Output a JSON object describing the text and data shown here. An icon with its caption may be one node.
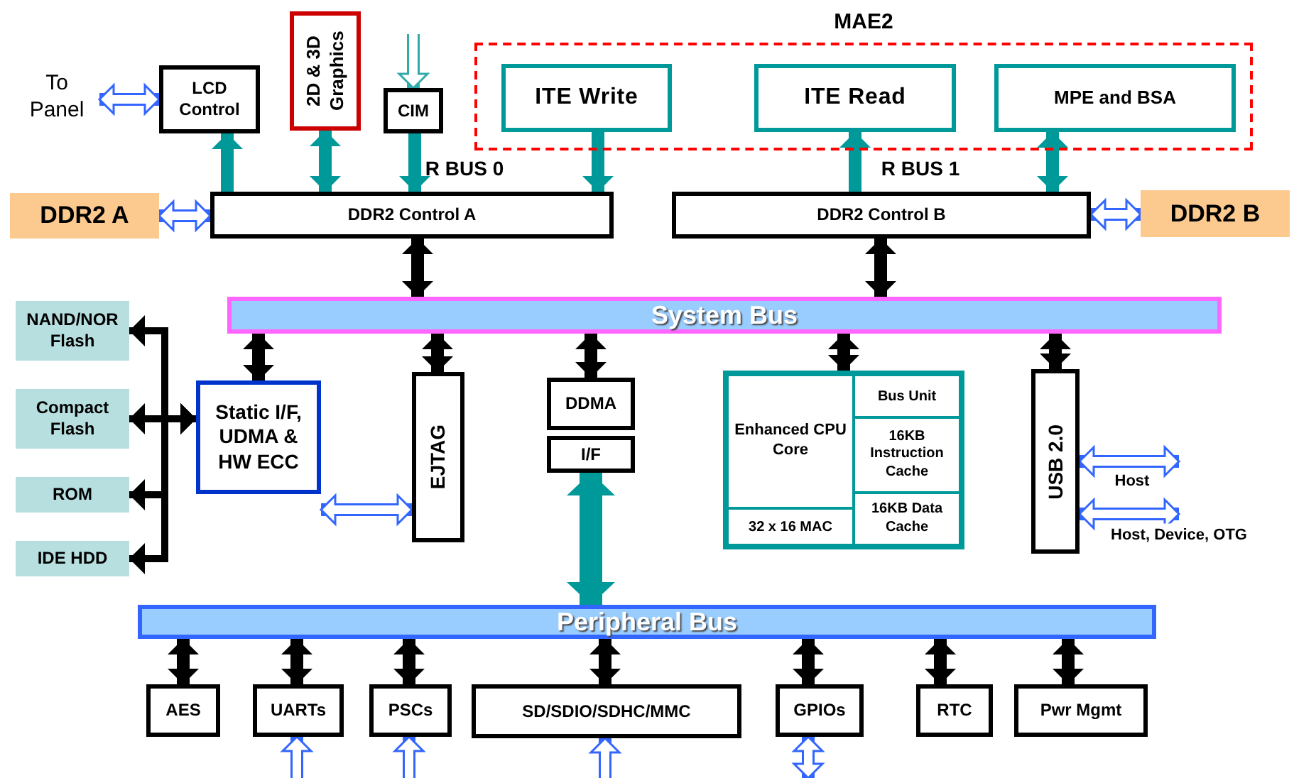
{
  "diagram": {
    "nodes": [
      {
        "text": [
          "To Panel"
        ]
      },
      {
        "text": [
          "LCD Control"
        ]
      },
      {
        "text": [
          "2D & 3D Graphics"
        ]
      },
      {
        "text": [
          "CIM"
        ]
      },
      {
        "text": [
          "MAE2"
        ]
      },
      {
        "text": [
          "ITE Write"
        ],
        "in": 4
      },
      {
        "text": [
          "ITE Read"
        ],
        "in": 4
      },
      {
        "text": [
          "MPE and BSA"
        ],
        "in": 4
      },
      {
        "text": [
          "DDR2  A"
        ]
      },
      {
        "text": [
          "DDR2 Control A"
        ]
      },
      {
        "text": [
          "DDR2 Control B"
        ]
      },
      {
        "text": [
          "DDR2  B"
        ]
      },
      {
        "text": [
          "System Bus"
        ]
      },
      {
        "text": [
          "NAND/NOR Flash"
        ]
      },
      {
        "text": [
          "Compact Flash"
        ]
      },
      {
        "text": [
          "ROM"
        ]
      },
      {
        "text": [
          "IDE HDD"
        ]
      },
      {
        "text": [
          "Static I/F, UDMA & HW ECC"
        ]
      },
      {
        "text": [
          "EJTAG"
        ]
      },
      {
        "text": [
          "DDMA"
        ]
      },
      {
        "text": [
          "I/F"
        ]
      },
      {
        "text": [],
        "shape": "box"
      },
      {
        "text": [
          "Enhanced CPU Core"
        ],
        "in": 21
      },
      {
        "text": [
          "Bus Unit"
        ],
        "in": 21
      },
      {
        "text": [
          "16KB Instruction Cache"
        ],
        "in": 21
      },
      {
        "text": [
          "16KB  Data Cache"
        ],
        "in": 21
      },
      {
        "text": [
          "32 x 16 MAC"
        ],
        "in": 21
      },
      {
        "text": [
          "USB 2.0"
        ]
      },
      {
        "text": [
          "Peripheral Bus"
        ]
      },
      {
        "text": [
          "AES"
        ]
      },
      {
        "text": [
          "UARTs"
        ]
      },
      {
        "text": [
          "PSCs"
        ]
      },
      {
        "text": [
          "SD/SDIO/SDHC/MMC"
        ]
      },
      {
        "text": [
          "GPIOs"
        ]
      },
      {
        "text": [
          "RTC"
        ]
      },
      {
        "text": [
          "Pwr Mgmt"
        ]
      }
    ],
    "edges": [
      {
        "from": 0,
        "to": 1,
        "arrow": "both",
        "color": "#3366ff"
      },
      {
        "from": 9,
        "to": 1,
        "arrow": "to",
        "color": "#009999"
      },
      {
        "from": 9,
        "to": 2,
        "arrow": "both",
        "color": "#009999"
      },
      {
        "from": 3,
        "to": 9,
        "arrow": "to",
        "color": "#009999"
      },
      {
        "from": null,
        "to": 3,
        "arrow": "to",
        "color": "#33aaaa"
      },
      {
        "from": 5,
        "to": 9,
        "arrow": "to",
        "color": "#009999"
      },
      {
        "from": 10,
        "to": 6,
        "arrow": "to",
        "color": "#009999"
      },
      {
        "from": 10,
        "to": 7,
        "arrow": "both",
        "color": "#009999"
      },
      {
        "from": 8,
        "to": 9,
        "arrow": "both",
        "color": "#3366ff"
      },
      {
        "from": 11,
        "to": 10,
        "arrow": "both",
        "color": "#3366ff"
      },
      {
        "from": 9,
        "to": 12,
        "arrow": "both"
      },
      {
        "from": 10,
        "to": 12,
        "arrow": "both"
      },
      {
        "from": 12,
        "to": 17,
        "arrow": "both"
      },
      {
        "from": 12,
        "to": 18,
        "arrow": "both"
      },
      {
        "from": 12,
        "to": 19,
        "arrow": "both"
      },
      {
        "from": 12,
        "to": 21,
        "arrow": "both"
      },
      {
        "from": 12,
        "to": 27,
        "arrow": "both"
      },
      {
        "from": 17,
        "to": 13,
        "arrow": "both"
      },
      {
        "from": 17,
        "to": 14,
        "arrow": "both"
      },
      {
        "from": 17,
        "to": 15,
        "arrow": "both"
      },
      {
        "from": 17,
        "to": 16,
        "arrow": "both"
      },
      {
        "from": 20,
        "to": 28,
        "arrow": "both",
        "color": "#009999"
      },
      {
        "from": 17,
        "to": 18,
        "arrow": "both",
        "color": "#3366ff"
      },
      {
        "from": 27,
        "to": null,
        "arrow": "both",
        "color": "#3366ff",
        "label": "Host"
      },
      {
        "from": 27,
        "to": null,
        "arrow": "both",
        "color": "#3366ff",
        "label": "Host, Device, OTG"
      },
      {
        "from": 28,
        "to": 29,
        "arrow": "both"
      },
      {
        "from": 28,
        "to": 30,
        "arrow": "both"
      },
      {
        "from": 28,
        "to": 31,
        "arrow": "both"
      },
      {
        "from": 28,
        "to": 32,
        "arrow": "both"
      },
      {
        "from": 28,
        "to": 33,
        "arrow": "both"
      },
      {
        "from": 28,
        "to": 34,
        "arrow": "both"
      },
      {
        "from": 28,
        "to": 35,
        "arrow": "both"
      },
      {
        "from": null,
        "to": 30,
        "arrow": "to",
        "color": "#3366ff"
      },
      {
        "from": null,
        "to": 31,
        "arrow": "to",
        "color": "#3366ff"
      },
      {
        "from": null,
        "to": 32,
        "arrow": "to",
        "color": "#3366ff"
      },
      {
        "from": 33,
        "to": null,
        "arrow": "both",
        "color": "#3366ff"
      }
    ],
    "labels": [
      "R BUS 0",
      "R BUS 1"
    ]
  }
}
